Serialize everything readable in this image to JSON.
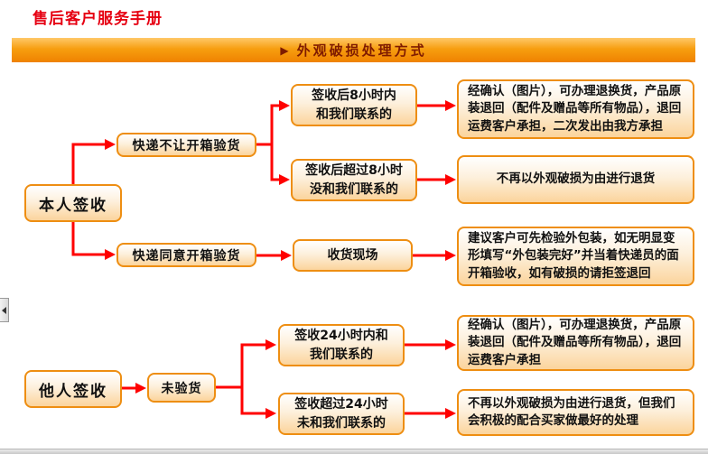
{
  "title": "售后客户服务手册",
  "banner": {
    "icon": "▶",
    "label": "外观破损处理方式"
  },
  "flow1": {
    "root": "本人签收",
    "branch_no_open": "快递不让开箱验货",
    "branch_open": "快递同意开箱验货",
    "case_within_8h": "签收后8小时内\n和我们联系的",
    "case_over_8h": "签收后超过8小时\n没和我们联系的",
    "case_onsite": "收货现场",
    "result_within_8h": "经确认（图片），可办理退换货，产品原装退回（配件及赠品等所有物品），退回运费客户承担，二次发出由我方承担",
    "result_over_8h": "不再以外观破损为由进行退货",
    "result_onsite": "建议客户可先检验外包装，如无明显变形填写“外包装完好”并当着快递员的面开箱验收，如有破损的请拒签退回"
  },
  "flow2": {
    "root": "他人签收",
    "branch_unchecked": "未验货",
    "case_within_24h": "签收24小时内和\n我们联系的",
    "case_over_24h": "签收超过24小时\n未和我们联系的",
    "result_within_24h": "经确认（图片），可办理退换货，产品原装退回（配件及赠品等所有物品），退回运费客户承担",
    "result_over_24h": "不再以外观破损为由进行退货，但我们会积极的配合买家做最好的处理"
  },
  "colors": {
    "title_red": "#E60012",
    "banner_orange": "#F08300",
    "banner_text": "#7F1B00",
    "node_border": "#EE8E12",
    "node_fill_bottom": "#FBD49C",
    "arrow_red": "#FF0000"
  }
}
